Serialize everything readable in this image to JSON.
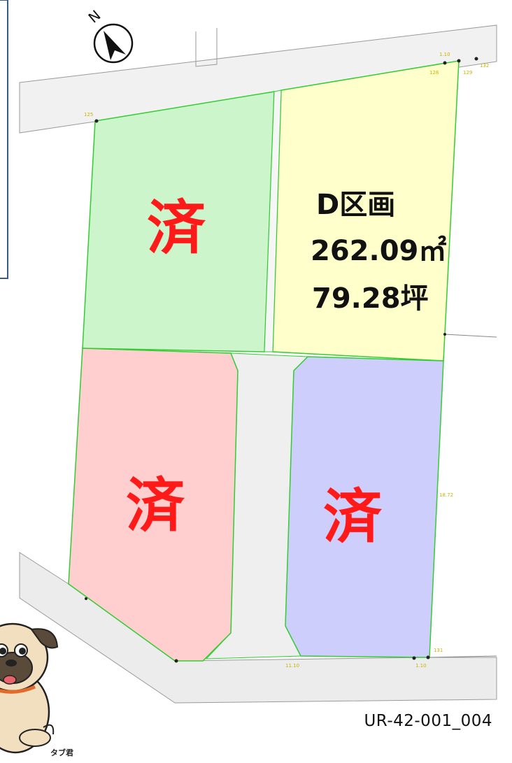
{
  "compass": {
    "north_letter": "N",
    "icon": "north-arrow-icon"
  },
  "plots": {
    "a": {
      "status": "済",
      "color": "#ccf5cc"
    },
    "b": {
      "status": "済",
      "color": "#ffcece"
    },
    "c": {
      "status": "済",
      "color": "#cecefc"
    },
    "d": {
      "name": "D区画",
      "area_sqm": "262.09㎡",
      "area_tsubo": "79.28坪",
      "color": "#ffffcc"
    }
  },
  "survey_points": [
    "125",
    "128",
    "129",
    "132",
    "131",
    "1.10",
    "1.10",
    "11.10",
    "18.72"
  ],
  "reference_code": "UR-42-001_004",
  "mascot": {
    "caption": "タブ君"
  },
  "colors": {
    "boundary": "#33cc33",
    "sold_text": "#ff1a1a",
    "road": "#efefef",
    "frame": "#3a5a8a"
  }
}
